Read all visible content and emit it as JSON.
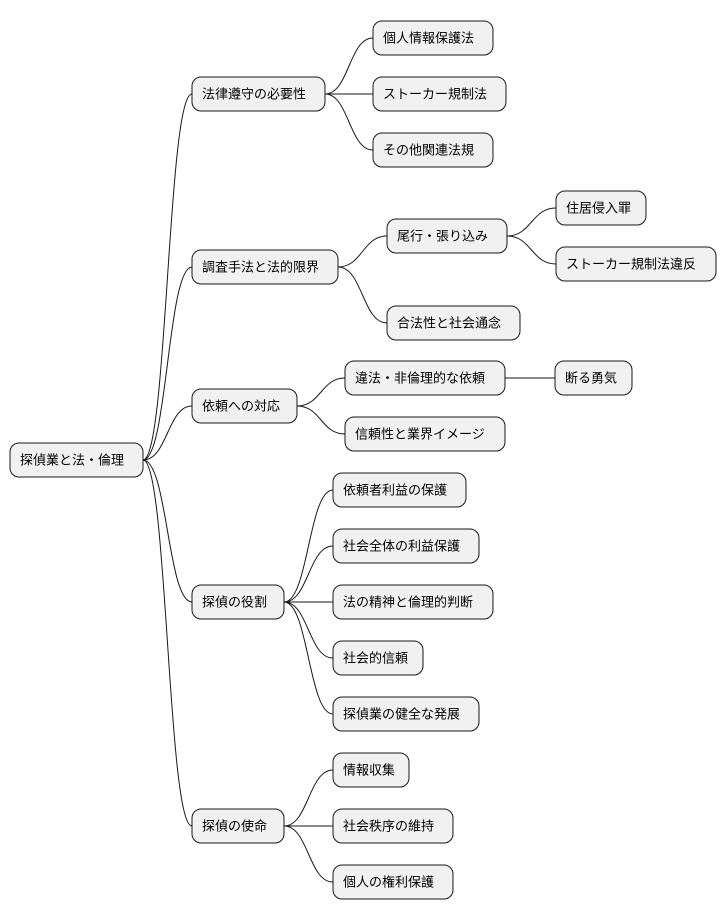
{
  "mindmap": {
    "root": {
      "id": "root",
      "label": "探偵業と法・倫理",
      "children": [
        {
          "id": "legal",
          "label": "法律遵守の必要性",
          "children": [
            {
              "id": "privacy",
              "label": "個人情報保護法",
              "children": []
            },
            {
              "id": "stalker",
              "label": "ストーカー規制法",
              "children": []
            },
            {
              "id": "other-laws",
              "label": "その他関連法規",
              "children": []
            }
          ]
        },
        {
          "id": "methods",
          "label": "調査手法と法的限界",
          "children": [
            {
              "id": "tailing",
              "label": "尾行・張り込み",
              "children": [
                {
                  "id": "trespass",
                  "label": "住居侵入罪",
                  "children": []
                },
                {
                  "id": "stalker-violation",
                  "label": "ストーカー規制法違反",
                  "children": []
                }
              ]
            },
            {
              "id": "legality",
              "label": "合法性と社会通念",
              "children": []
            }
          ]
        },
        {
          "id": "requests",
          "label": "依頼への対応",
          "children": [
            {
              "id": "illegal-request",
              "label": "違法・非倫理的な依頼",
              "children": [
                {
                  "id": "courage",
                  "label": "断る勇気",
                  "children": []
                }
              ]
            },
            {
              "id": "trust-image",
              "label": "信頼性と業界イメージ",
              "children": []
            }
          ]
        },
        {
          "id": "role",
          "label": "探偵の役割",
          "children": [
            {
              "id": "client-benefit",
              "label": "依頼者利益の保護",
              "children": []
            },
            {
              "id": "society-benefit",
              "label": "社会全体の利益保護",
              "children": []
            },
            {
              "id": "legal-spirit",
              "label": "法の精神と倫理的判断",
              "children": []
            },
            {
              "id": "social-trust",
              "label": "社会的信頼",
              "children": []
            },
            {
              "id": "healthy-growth",
              "label": "探偵業の健全な発展",
              "children": []
            }
          ]
        },
        {
          "id": "mission",
          "label": "探偵の使命",
          "children": [
            {
              "id": "info-gathering",
              "label": "情報収集",
              "children": []
            },
            {
              "id": "social-order",
              "label": "社会秩序の維持",
              "children": []
            },
            {
              "id": "individual-rights",
              "label": "個人の権利保護",
              "children": []
            }
          ]
        }
      ]
    }
  },
  "colors": {
    "node_fill": "#f1f1f1",
    "node_stroke": "#181818",
    "edge_stroke": "#181818",
    "text": "#000000",
    "background": "#ffffff"
  }
}
